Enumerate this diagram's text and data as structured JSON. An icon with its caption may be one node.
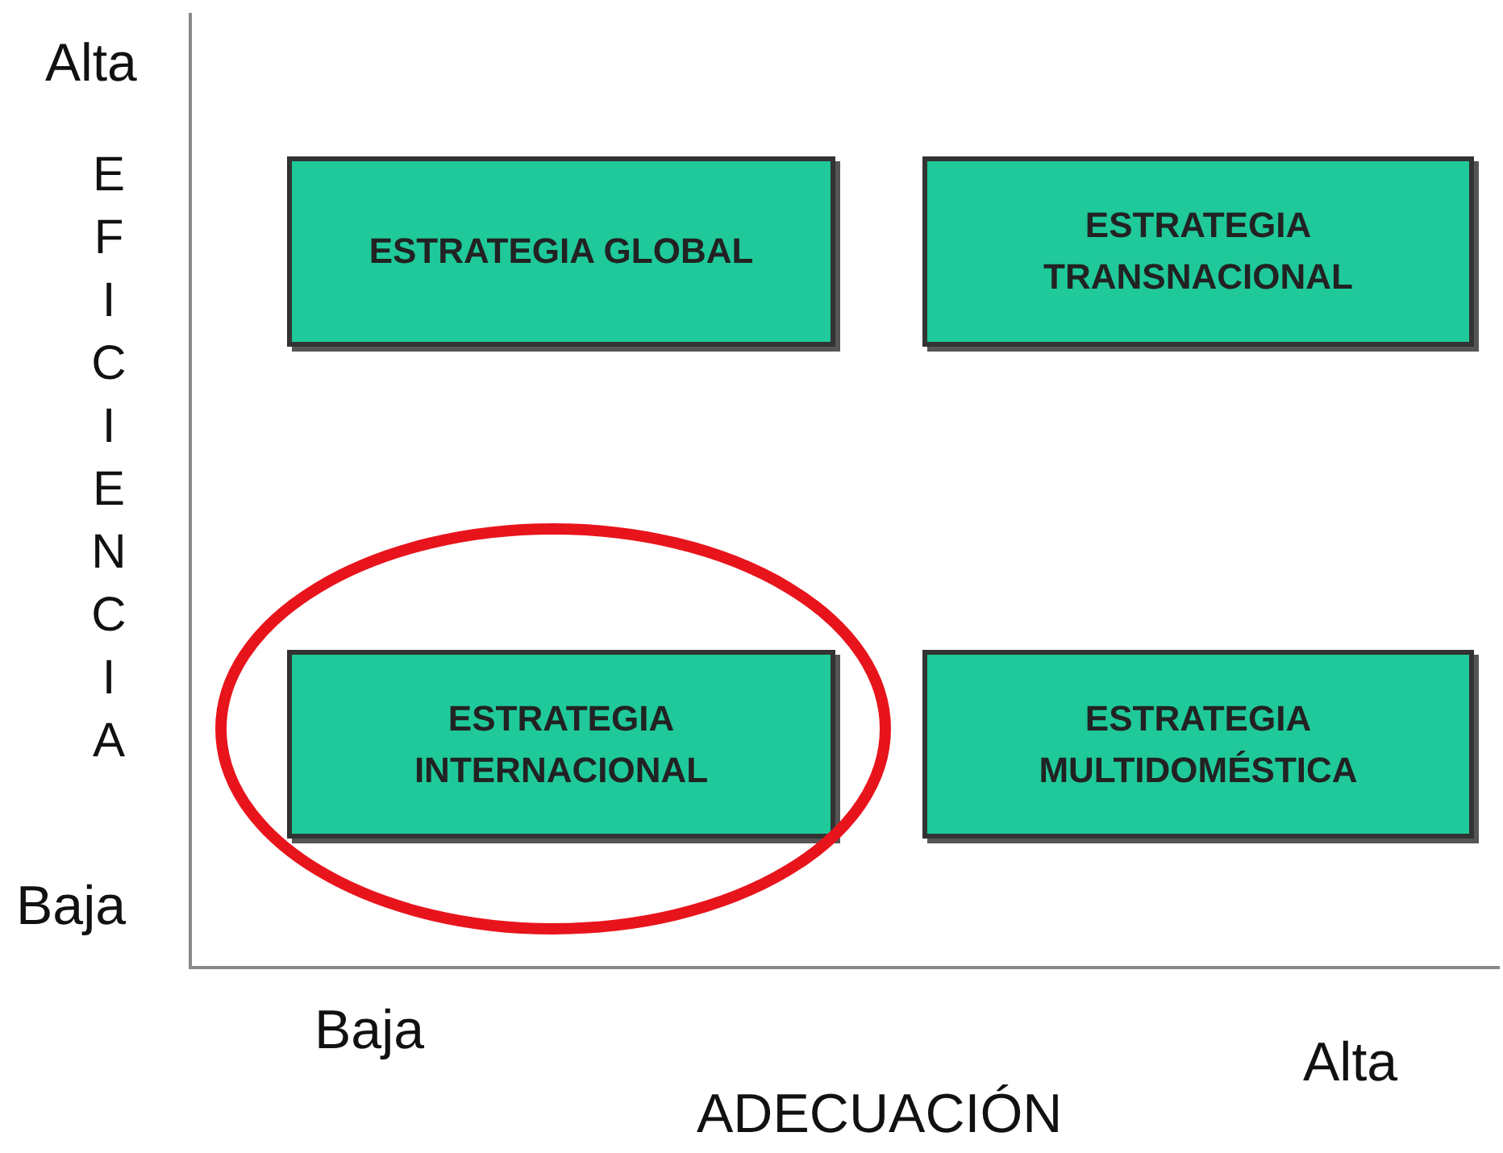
{
  "diagram": {
    "nodes": [
      {
        "text": [
          "ESTRATEGIA GLOBAL"
        ]
      },
      {
        "text": [
          "ESTRATEGIA TRANSNACIONAL"
        ]
      },
      {
        "text": [
          "ESTRATEGIA INTERNACIONAL"
        ]
      },
      {
        "text": [
          "ESTRATEGIA MULTIDOMÉSTICA"
        ]
      }
    ],
    "edges": [],
    "labels": [
      "Alta",
      "EFICIENCIA",
      "Baja",
      "Baja",
      "Alta",
      "ADECUACIÓN"
    ]
  }
}
